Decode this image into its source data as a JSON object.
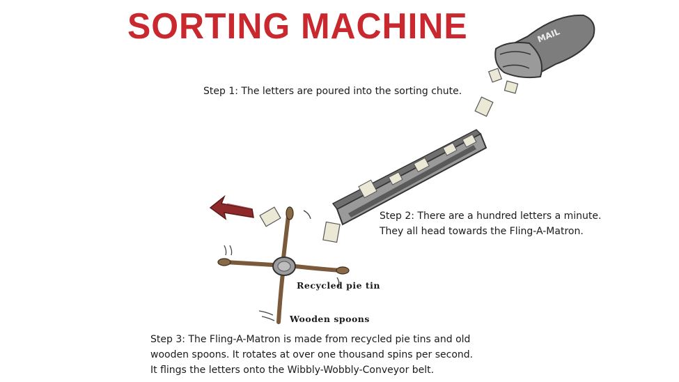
{
  "title": "SORTING MACHINE",
  "bag_label": "MAIL",
  "steps": [
    {
      "lines": [
        "Step 1: The letters are poured into the sorting chute."
      ]
    },
    {
      "lines": [
        "Step 2: There are a hundred letters a minute.",
        "They all head towards the Fling-A-Matron."
      ]
    },
    {
      "lines": [
        "Step 3: The Fling-A-Matron is made from recycled pie tins and old",
        "wooden spoons. It rotates at over one thousand spins per second.",
        "It flings the letters onto the Wibbly-Wobbly-Conveyor belt."
      ]
    }
  ],
  "labels": {
    "pie_tin": "Recycled pie tin",
    "spoons": "Wooden spoons"
  },
  "colors": {
    "title": "#c8282e",
    "arrow": "#8e2a2a",
    "wood": "#7a5a3a",
    "chute": "#8a8a8a",
    "bag": "#7d7d7d"
  }
}
